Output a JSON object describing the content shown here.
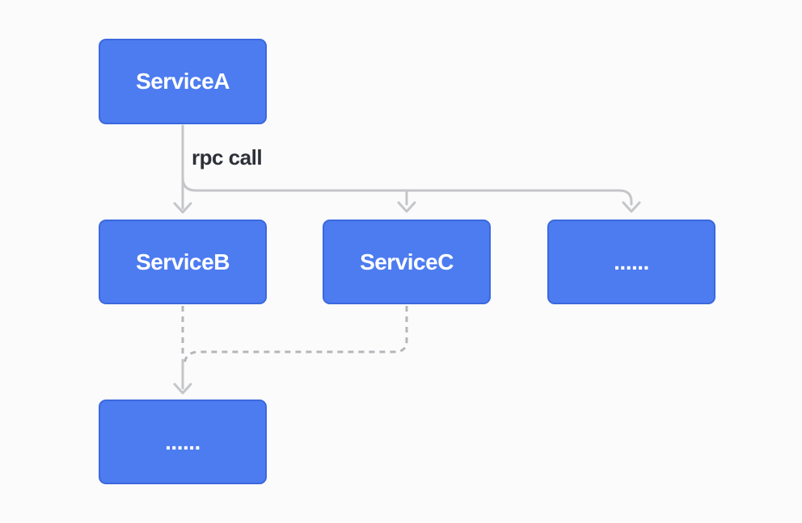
{
  "diagram": {
    "type": "service-call-flowchart",
    "nodes": [
      {
        "id": "service-a",
        "label": "ServiceA"
      },
      {
        "id": "service-b",
        "label": "ServiceB"
      },
      {
        "id": "service-c",
        "label": "ServiceC"
      },
      {
        "id": "more-services",
        "label": "......"
      },
      {
        "id": "more-downstream",
        "label": "......"
      }
    ],
    "edge_label": "rpc call",
    "edges": [
      {
        "from": "ServiceA",
        "to": "ServiceB",
        "label": "rpc call",
        "style": "solid-arrow"
      },
      {
        "from": "ServiceA",
        "to": "ServiceC",
        "label": "",
        "style": "solid-arrow"
      },
      {
        "from": "ServiceA",
        "to": "......",
        "label": "",
        "style": "solid-arrow"
      },
      {
        "from": "ServiceB",
        "to": "...... (bottom)",
        "label": "",
        "style": "dashed-arrow"
      },
      {
        "from": "ServiceC",
        "to": "...... (bottom)",
        "label": "",
        "style": "dashed-arrow"
      }
    ],
    "colors": {
      "node_fill": "#4d7cf0",
      "node_border": "#3b68dd",
      "node_text": "#ffffff",
      "solid_connector": "#c4c6c9",
      "dashed_connector": "#b4b7ba",
      "edge_label_text": "#2d3037",
      "background": "#fbfbfc"
    }
  }
}
